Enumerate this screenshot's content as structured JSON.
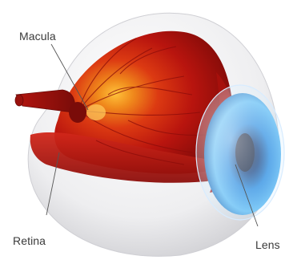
{
  "labels": {
    "macula": "Macula",
    "retina": "Retina",
    "lens": "Lens"
  },
  "colors": {
    "sclera": "#efeff0",
    "interior_red": "#c8180f",
    "macula_glow": "#ffb52a",
    "iris_blue": "#1f7fd0",
    "pupil": "#1a2a55",
    "leader_line": "#555555"
  }
}
